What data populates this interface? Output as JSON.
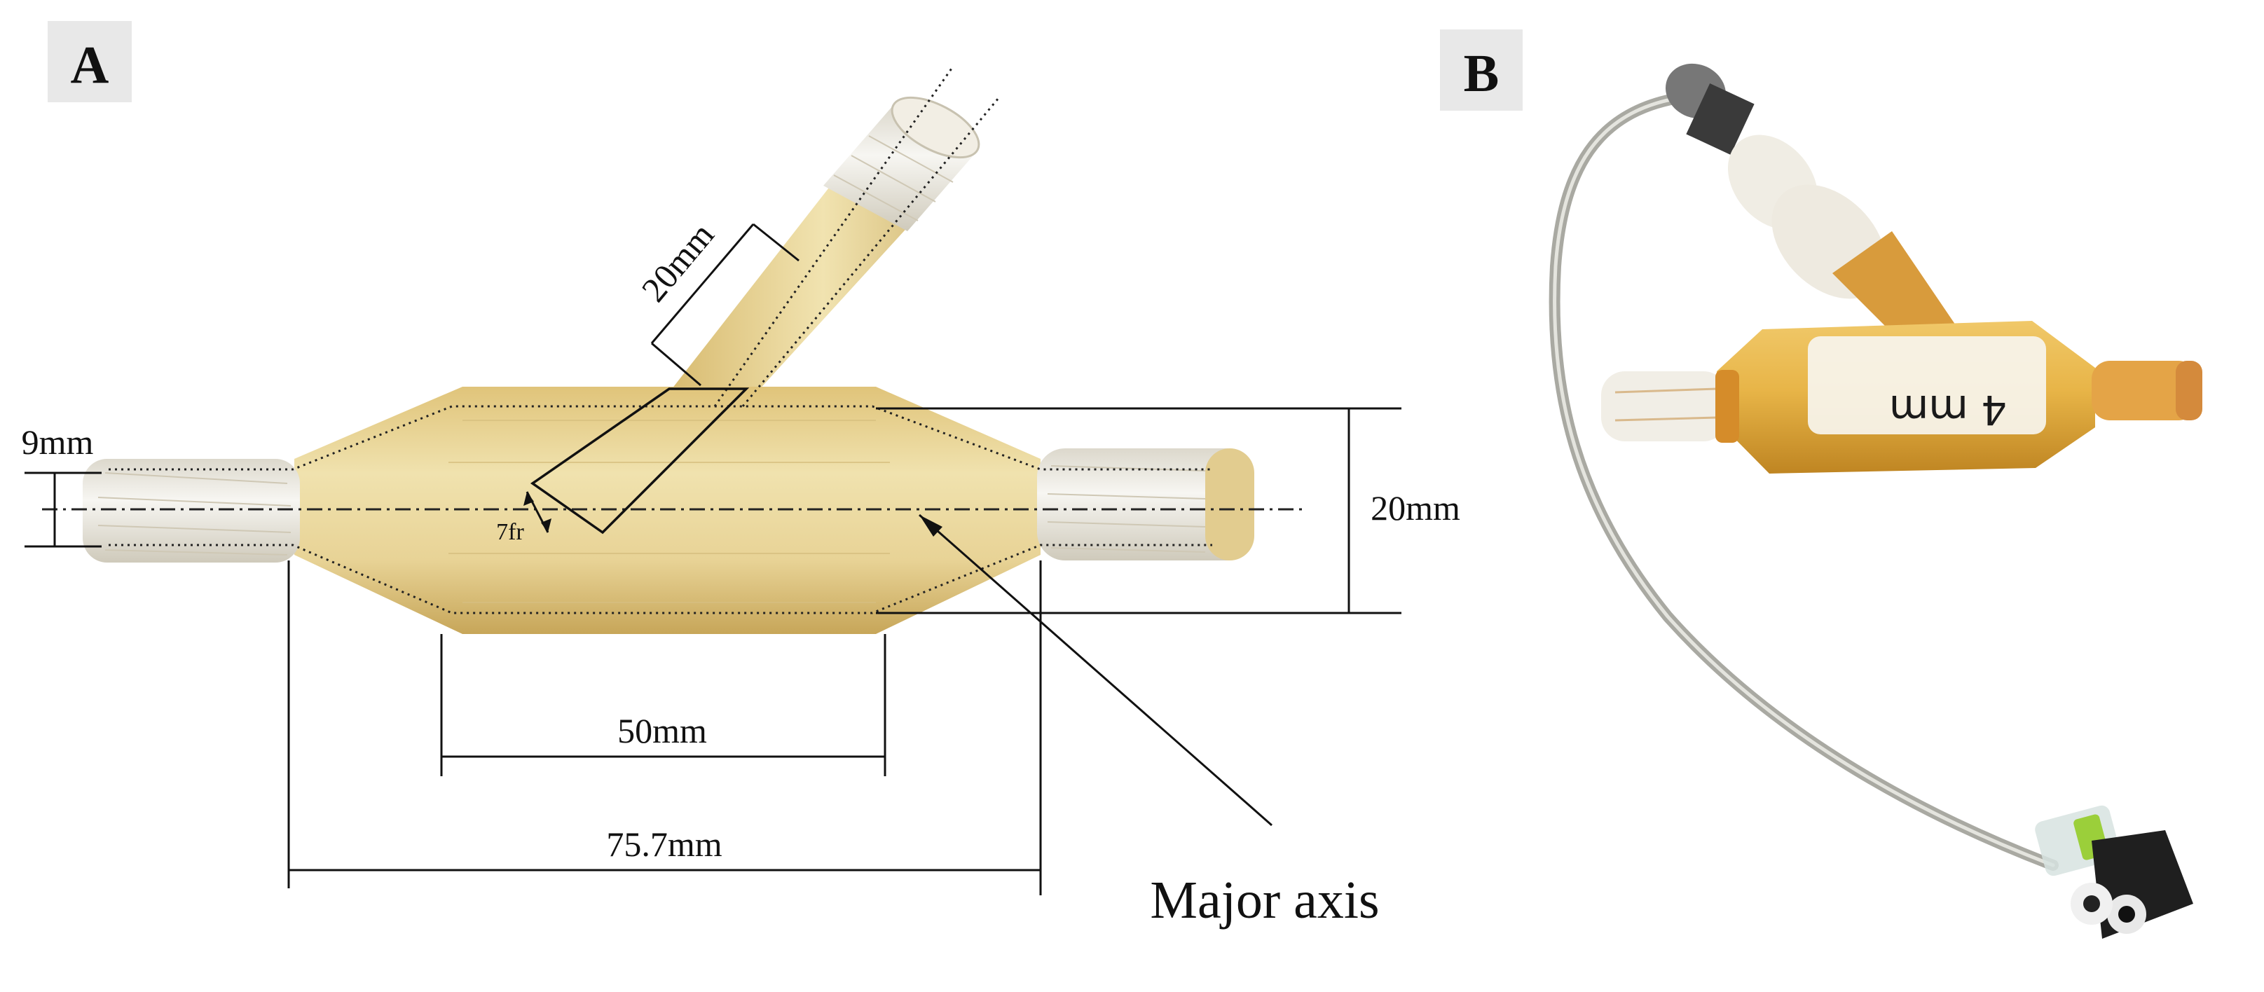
{
  "panels": {
    "a": {
      "letter": "A",
      "labels": {
        "branch_length": "20mm",
        "neck_diameter": "9mm",
        "catheter_size": "7fr",
        "body_diameter": "20mm",
        "body_length": "50mm",
        "total_length": "75.7mm",
        "axis": "Major axis"
      }
    },
    "b": {
      "letter": "B",
      "marker_text": "4 mm"
    }
  },
  "colors": {
    "body_yellow": "#e6cf8a",
    "body_light": "#efe0a8",
    "body_shadow": "#c9ab5e",
    "tape_white": "#f1f0ec",
    "tape_shadow": "#d9d6cc",
    "balloon_b": "#e7b44a",
    "balloon_b_dark": "#c98a25",
    "tube_grey": "#b5b5ae",
    "cap_dark": "#555555"
  }
}
